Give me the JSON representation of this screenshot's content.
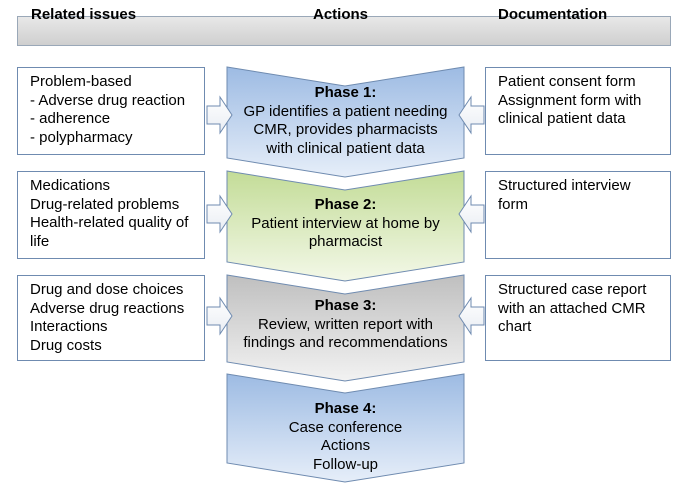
{
  "header": {
    "related_issues": "Related issues",
    "actions": "Actions",
    "documentation": "Documentation"
  },
  "phases": [
    {
      "title": "Phase 1:",
      "lines": [
        "GP identifies a patient needing",
        "CMR, provides pharmacists",
        "with clinical patient data"
      ],
      "issues": [
        "Problem-based",
        "- Adverse drug reaction",
        "- adherence",
        "- polypharmacy"
      ],
      "docs": [
        "Patient consent form",
        "Assignment form with",
        "clinical patient data"
      ],
      "color": "#a9c4e6"
    },
    {
      "title": "Phase 2:",
      "lines": [
        "Patient interview at home by",
        "pharmacist"
      ],
      "issues": [
        "Medications",
        "Drug-related problems",
        "Health-related quality of",
        "life"
      ],
      "docs": [
        "Structured interview",
        "form"
      ],
      "color": "#cfe3a9"
    },
    {
      "title": "Phase 3:",
      "lines": [
        "Review, written report with",
        "findings and recommendations"
      ],
      "issues": [
        "Drug and dose choices",
        "Adverse drug reactions",
        "Interactions",
        "Drug costs"
      ],
      "docs": [
        "Structured case report",
        "with an attached CMR",
        "chart"
      ],
      "color": "#c4c4c4"
    },
    {
      "title": "Phase 4:",
      "lines": [
        "Case conference",
        "Actions",
        "Follow-up"
      ],
      "color": "#a9c4e6"
    }
  ]
}
